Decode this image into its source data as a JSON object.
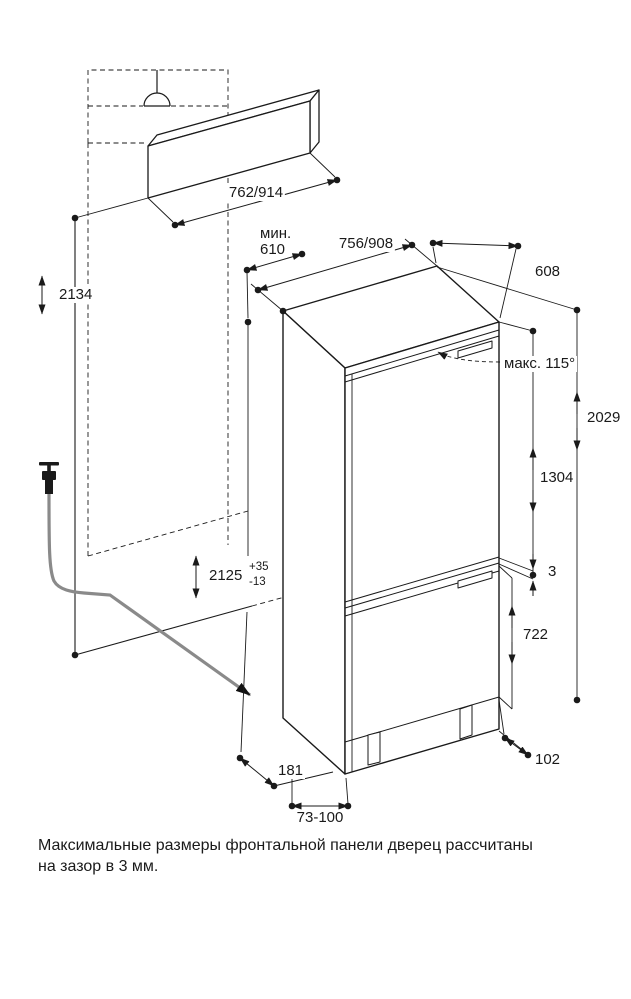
{
  "figure": {
    "caption_line1": "Максимальные размеры фронтальной панели дверец рассчитаны",
    "caption_line2": "на зазор в 3 мм."
  },
  "dims": {
    "panel_width": "762/914",
    "niche_depth_min_label": "мин.",
    "niche_depth_min": "610",
    "niche_width": "756/908",
    "appliance_depth": "608",
    "total_height": "2134",
    "door_opening_angle": "макс. 115°",
    "appliance_height": "2029",
    "upper_door_height": "1304",
    "door_gap": "3",
    "lower_door_height": "722",
    "niche_height": "2125",
    "niche_height_tol_plus": "+35",
    "niche_height_tol_minus": "-13",
    "front_offset": "181",
    "plinth_depth": "102",
    "adjust_range": "73-100"
  },
  "colors": {
    "line": "#1a1a1a",
    "hose": "#8a8a8a",
    "background": "#ffffff"
  }
}
